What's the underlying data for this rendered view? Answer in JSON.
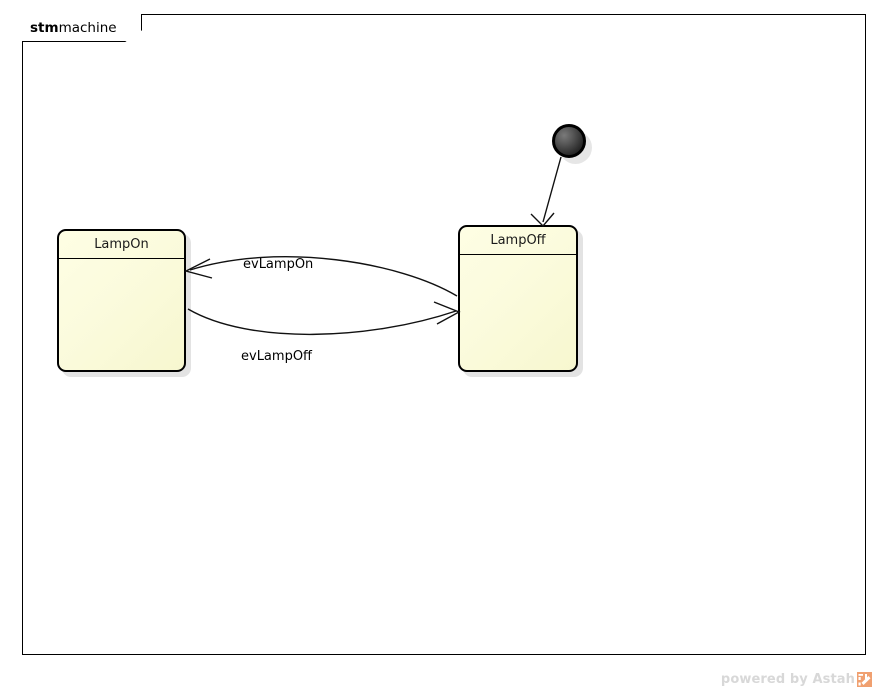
{
  "frame": {
    "kind": "stm",
    "name": "machine",
    "label_full": "stm machine"
  },
  "states": [
    {
      "id": "LampOn",
      "name": "LampOn",
      "fill": "#fbfbdd",
      "border": "#000000"
    },
    {
      "id": "LampOff",
      "name": "LampOff",
      "fill": "#fbfbdd",
      "border": "#000000"
    }
  ],
  "initial_node": {
    "name": "initial-pseudostate",
    "fill": "#2c2c2c"
  },
  "transitions": [
    {
      "id": "t1",
      "label": "evLampOn",
      "source": "LampOff",
      "target": "LampOn"
    },
    {
      "id": "t2",
      "label": "evLampOff",
      "source": "LampOn",
      "target": "LampOff"
    },
    {
      "id": "t0",
      "label": "",
      "source": "initial-pseudostate",
      "target": "LampOff"
    }
  ],
  "footer": {
    "text": "powered by Astah",
    "logo_color": "#f0a070",
    "text_color": "#d8d8d8"
  }
}
